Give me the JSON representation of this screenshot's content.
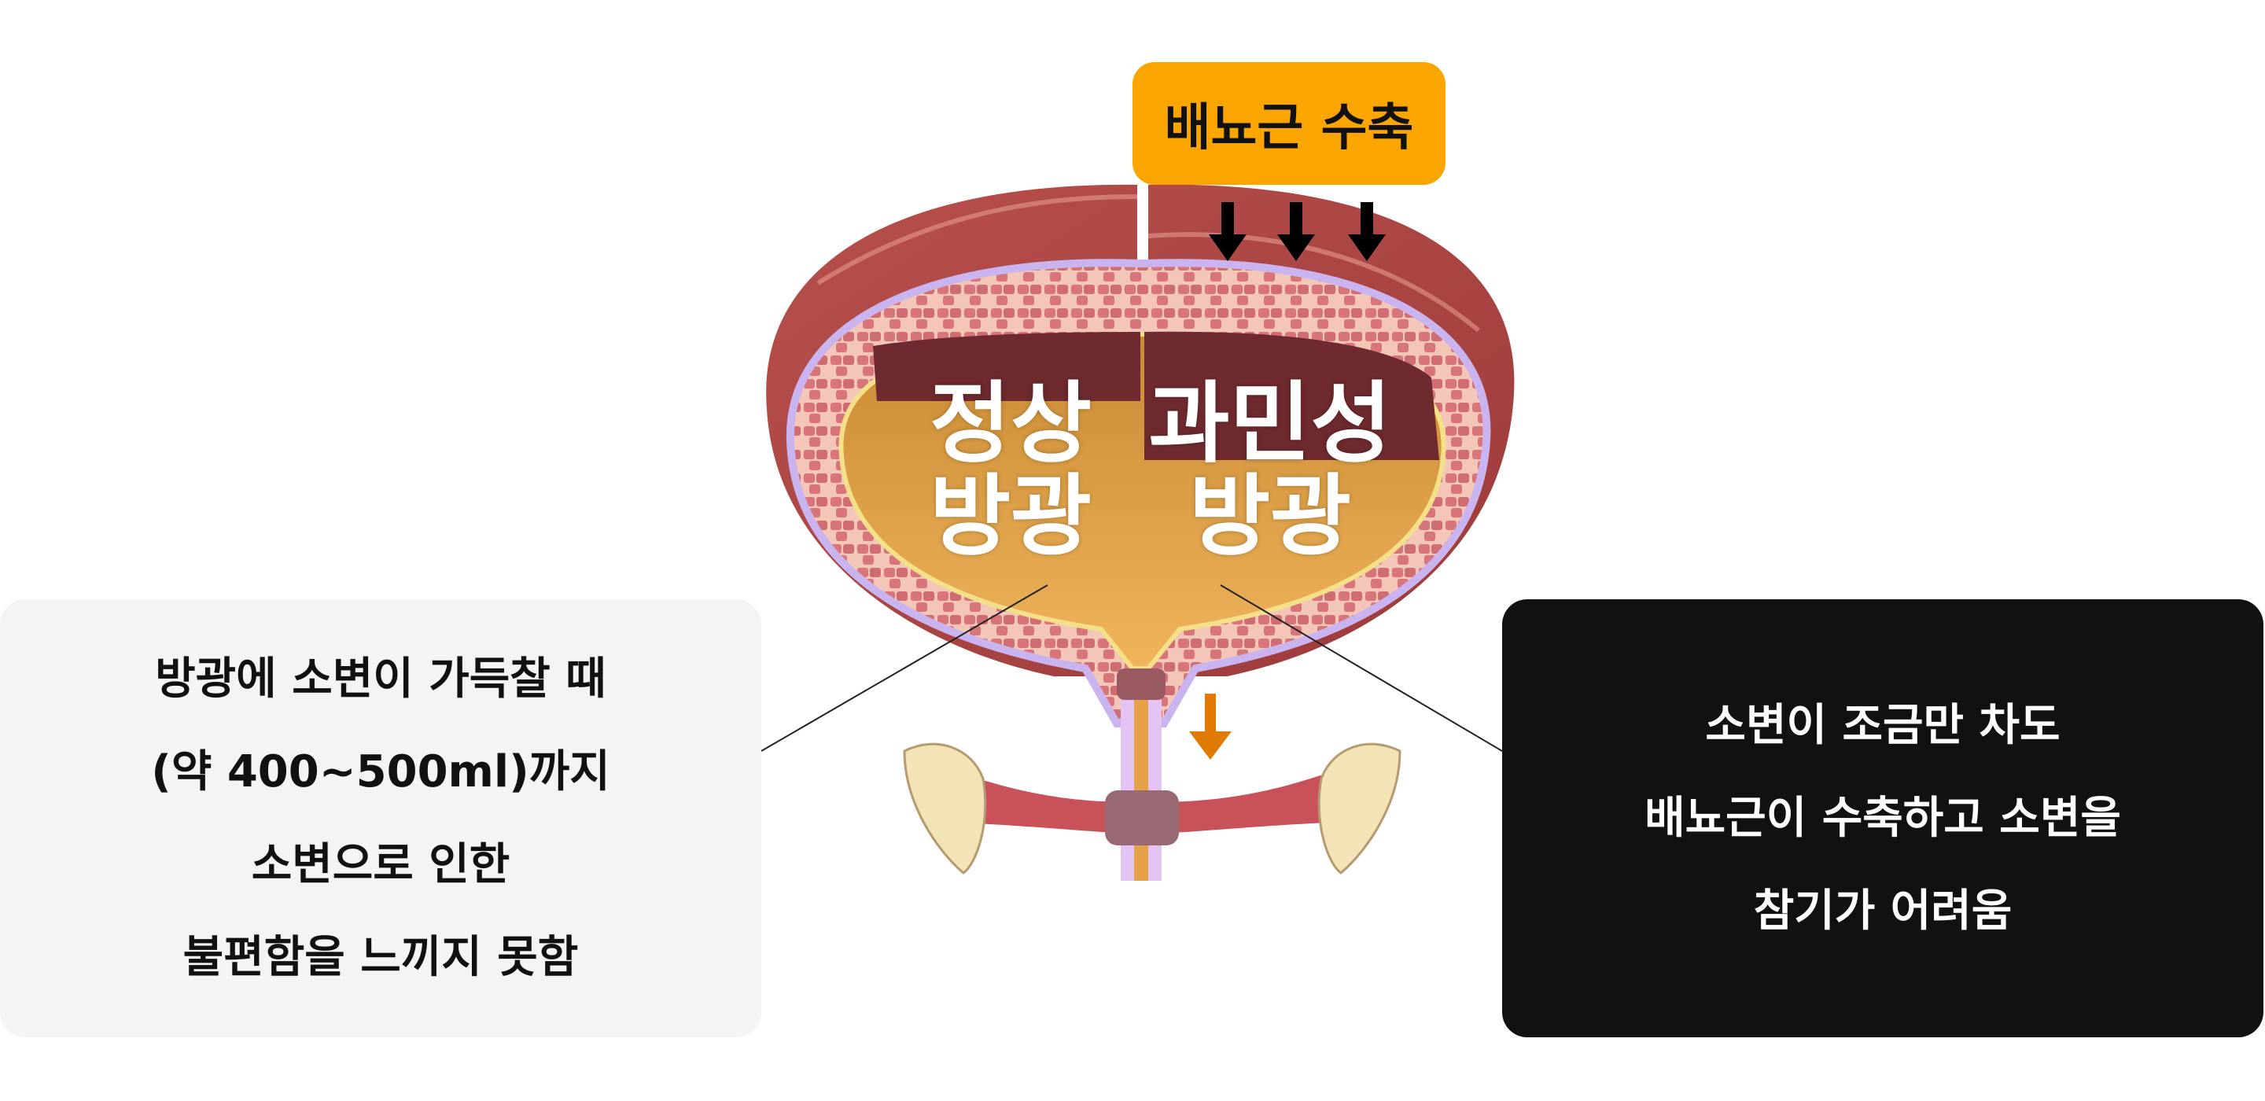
{
  "contraction_label": "배뇨근 수축",
  "bladder": {
    "normal_label": [
      "정상",
      "방광"
    ],
    "overactive_label": [
      "과민성",
      "방광"
    ]
  },
  "normal_panel": {
    "lines": [
      "방광에 소변이 가득찰 때",
      "(약 400~500ml)까지",
      "소변으로 인한",
      "불편함을 느끼지 못함"
    ]
  },
  "overactive_panel": {
    "lines": [
      "소변이 조금만 차도",
      "배뇨근이 수축하고 소변을",
      "참기가 어려움"
    ]
  },
  "colors": {
    "accent": "#fba500",
    "dark_panel": "#111111",
    "light_panel": "#f4f4f4",
    "urine_arrow": "#e07a00"
  }
}
